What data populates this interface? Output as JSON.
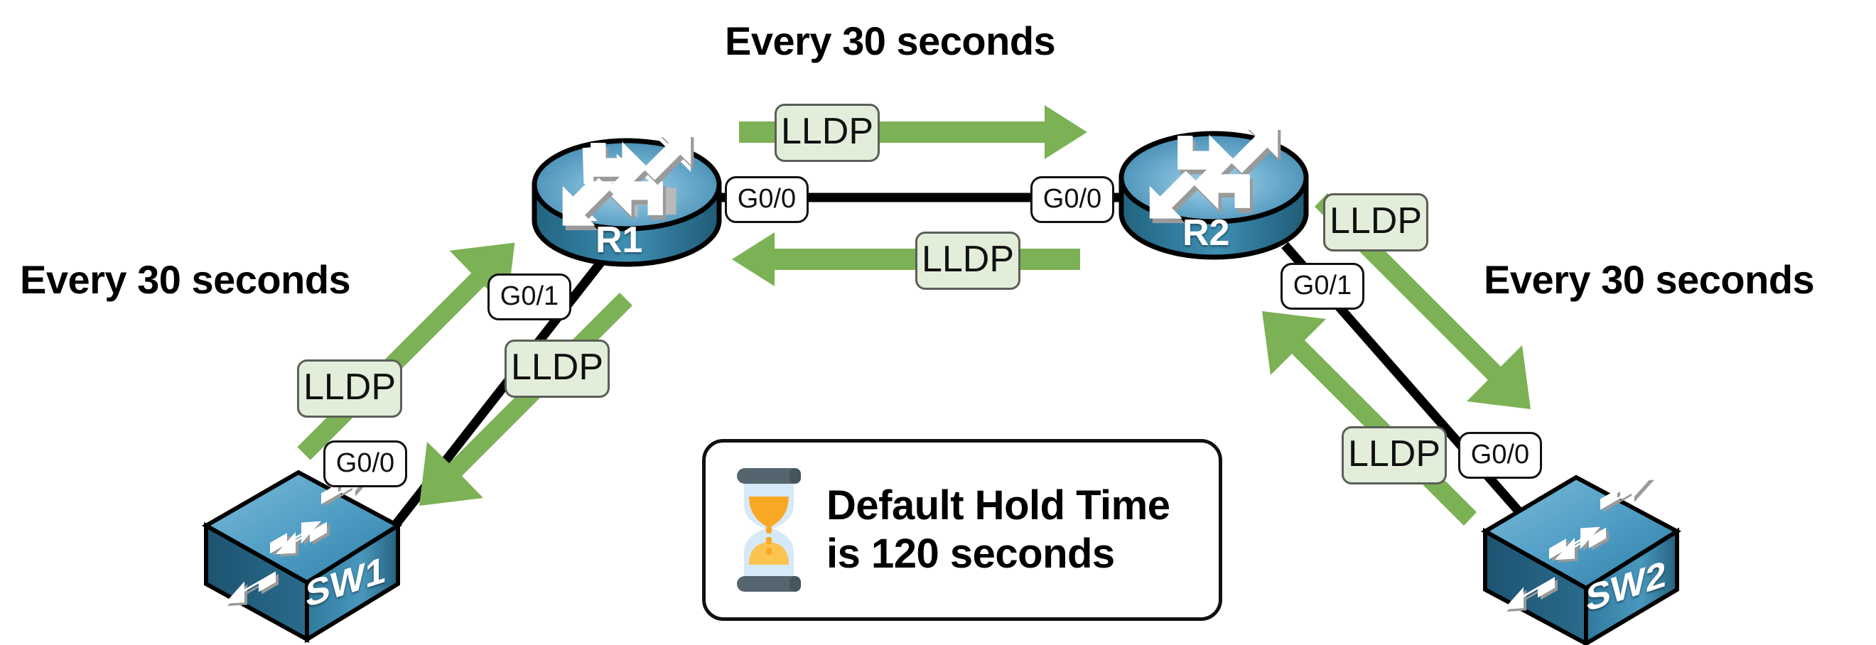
{
  "diagram": {
    "title": "LLDP advertisement timers topology",
    "colors": {
      "arrow_green": "#7cb155",
      "lldp_chip_fill": "#e3eeda",
      "lldp_chip_border": "#5b5f57",
      "router_top_light": "#7fb9d6",
      "router_top_mid": "#4e93b8",
      "router_body_dark": "#2d6f92",
      "switch_top": "#5ca3c9",
      "switch_side": "#2e7094",
      "link_black": "#000000",
      "hourglass_cap": "#55656f",
      "hourglass_glass": "#d6e9f8",
      "hourglass_sand_top": "#f9a826",
      "hourglass_sand_bottom": "#fbc34f"
    }
  },
  "headings": [
    {
      "id": "top",
      "text": "Every 30 seconds"
    },
    {
      "id": "left",
      "text": "Every 30 seconds"
    },
    {
      "id": "right",
      "text": "Every 30 seconds"
    }
  ],
  "devices": [
    {
      "id": "r1",
      "label": "R1",
      "type": "router"
    },
    {
      "id": "r2",
      "label": "R2",
      "type": "router"
    },
    {
      "id": "sw1",
      "label": "SW1",
      "type": "switch"
    },
    {
      "id": "sw2",
      "label": "SW2",
      "type": "switch"
    }
  ],
  "interfaces": [
    {
      "id": "r1-g00",
      "label": "G0/0",
      "device": "R1"
    },
    {
      "id": "r2-g00",
      "label": "G0/0",
      "device": "R2"
    },
    {
      "id": "r1-g01",
      "label": "G0/1",
      "device": "R1"
    },
    {
      "id": "r2-g01",
      "label": "G0/1",
      "device": "R2"
    },
    {
      "id": "sw1-g00",
      "label": "G0/0",
      "device": "SW1"
    },
    {
      "id": "sw2-g00",
      "label": "G0/0",
      "device": "SW2"
    }
  ],
  "lldp_chips": [
    {
      "id": "r1-to-r2",
      "label": "LLDP",
      "direction": "right"
    },
    {
      "id": "r2-to-r1",
      "label": "LLDP",
      "direction": "left"
    },
    {
      "id": "sw1-to-r1",
      "label": "LLDP",
      "direction": "up-right"
    },
    {
      "id": "r1-to-sw1",
      "label": "LLDP",
      "direction": "down-left"
    },
    {
      "id": "r2-to-sw2",
      "label": "LLDP",
      "direction": "down-right"
    },
    {
      "id": "sw2-to-r2",
      "label": "LLDP",
      "direction": "up-left"
    }
  ],
  "callout": {
    "line1": "Default Hold Time",
    "line2": "is 120 seconds",
    "icon": "hourglass-icon"
  }
}
